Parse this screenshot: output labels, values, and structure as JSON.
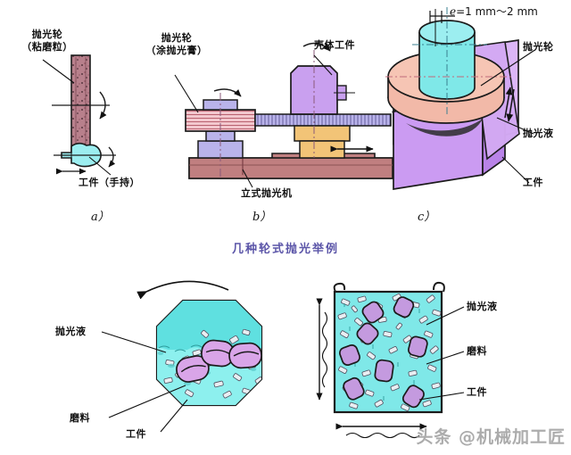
{
  "figure": {
    "caption": "几种轮式抛光举例",
    "watermark": "头条 @机械加工匠"
  },
  "panels": [
    {
      "id": "a",
      "letter": "a）",
      "labels": {
        "wheel_line1": "抛光轮",
        "wheel_line2": "（粘磨粒）",
        "workpiece": "工件（手持）"
      }
    },
    {
      "id": "b",
      "letter": "b）",
      "labels": {
        "wheel_line1": "抛光轮",
        "wheel_line2": "（涂抛光膏）",
        "housing_workpiece": "壳体工件",
        "machine": "立式抛光机"
      }
    },
    {
      "id": "c",
      "letter": "c）",
      "labels": {
        "dimension": "e =1 mm～2 mm",
        "dimension_symbol": "e",
        "dimension_value": "=1 mm～2 mm",
        "wheel": "抛光轮",
        "fluid": "抛光液",
        "workpiece": "工件"
      }
    },
    {
      "id": "d",
      "letter": "",
      "labels": {
        "fluid": "抛光液",
        "abrasive": "磨料",
        "workpiece": "工件"
      }
    },
    {
      "id": "e",
      "letter": "",
      "labels": {
        "fluid": "抛光液",
        "abrasive": "磨料",
        "workpiece": "工件"
      }
    }
  ],
  "colors": {
    "wheel_mauve": "#b8808c",
    "wheel_pink": "#f0c0c8",
    "cyan": "#7fe8e8",
    "cyan_light": "#9ceef0",
    "lavender": "#b9b3ea",
    "violet": "#c9a0ef",
    "violet_light": "#dcb6f7",
    "orange": "#f2c477",
    "base_brown": "#c07f80",
    "salmon": "#f2b9a8",
    "outline": "#1b1b1b",
    "caption_purple": "#5b55a8",
    "centerline": "#8a5a7a"
  }
}
